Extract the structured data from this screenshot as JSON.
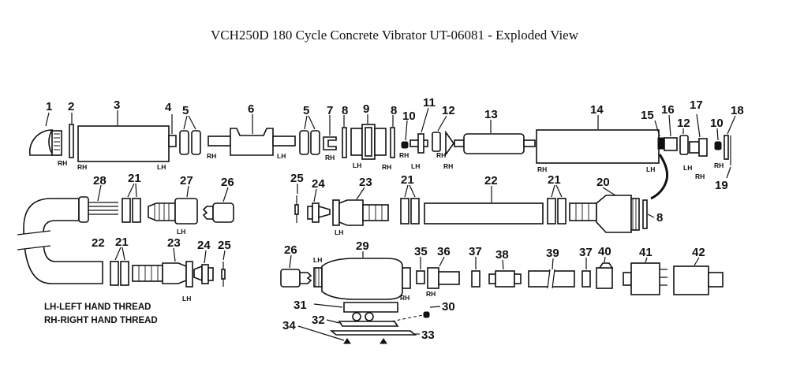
{
  "title": "VCH250D 180 Cycle Concrete Vibrator UT-06081 - Exploded View",
  "legend": {
    "lh": "LH-LEFT HAND THREAD",
    "rh": "RH-RIGHT HAND THREAD"
  },
  "thread_labels": {
    "lh": "LH",
    "rh": "RH"
  },
  "part_numbers": {
    "p1": "1",
    "p2": "2",
    "p3": "3",
    "p4": "4",
    "p5": "5",
    "p6": "6",
    "p7": "7",
    "p8": "8",
    "p9": "9",
    "p10": "10",
    "p11": "11",
    "p12": "12",
    "p13": "13",
    "p14": "14",
    "p15": "15",
    "p16": "16",
    "p17": "17",
    "p18": "18",
    "p19": "19",
    "p20": "20",
    "p21": "21",
    "p22": "22",
    "p23": "23",
    "p24": "24",
    "p25": "25",
    "p26": "26",
    "p27": "27",
    "p28": "28",
    "p29": "29",
    "p30": "30",
    "p31": "31",
    "p32": "32",
    "p33": "33",
    "p34": "34",
    "p35": "35",
    "p36": "36",
    "p37": "37",
    "p38": "38",
    "p39": "39",
    "p40": "40",
    "p41": "41",
    "p42": "42"
  }
}
